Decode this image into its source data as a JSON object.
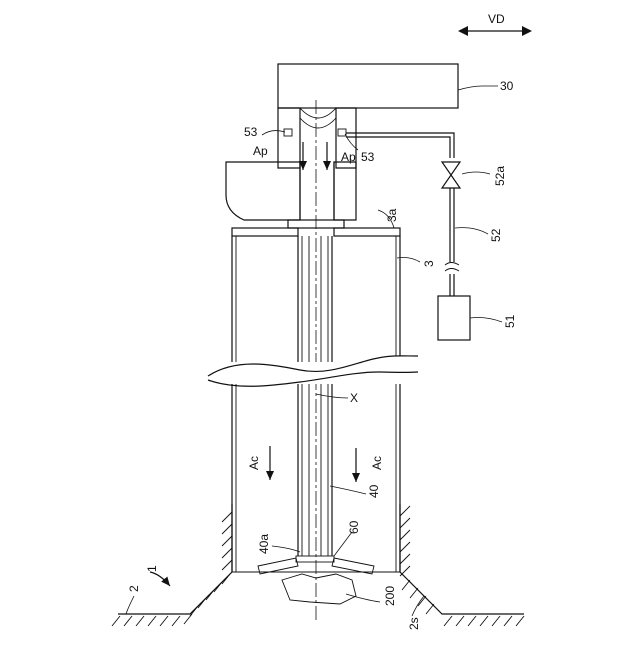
{
  "figure": {
    "direction_label": "VD",
    "labels": {
      "l30": "30",
      "l53_left": "53",
      "l53_right": "53",
      "lAp_left": "Ap",
      "lAp_right": "Ap",
      "l52a": "52a",
      "l52": "52",
      "l3a": "3a",
      "l3": "3",
      "l51": "51",
      "lX": "X",
      "lAc_left": "Ac",
      "lAc_right": "Ac",
      "l40": "40",
      "l40a": "40a",
      "l60": "60",
      "l1": "1",
      "l2": "2",
      "l200": "200",
      "l2s": "2s"
    }
  }
}
